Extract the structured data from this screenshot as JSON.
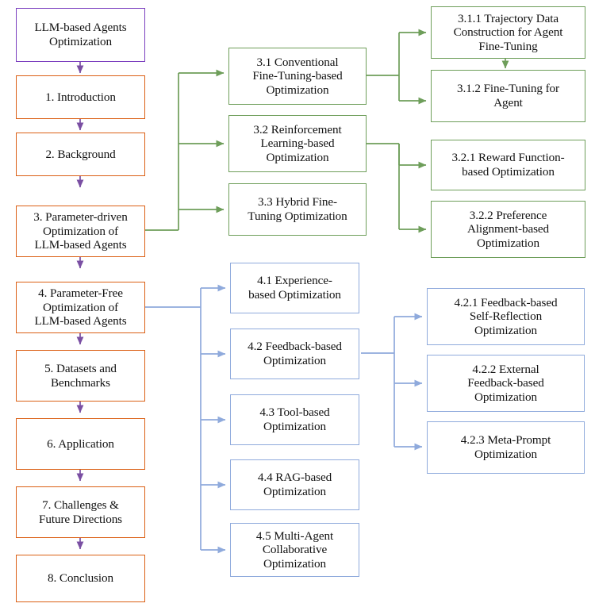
{
  "diagram": {
    "title": "LLM-based Agents Optimization taxonomy flowchart",
    "colors": {
      "root": "#7B3FBF",
      "main_chapters": "#DB6015",
      "parameter_driven": "#6E9E5A",
      "parameter_free": "#8FAADC",
      "root_arrow": "#7B3FBF",
      "chapter_arrow": "#7A4FA3",
      "background": "#FFFFFF",
      "text": "#111111"
    },
    "root": {
      "id": "root",
      "label": "LLM-based Agents\nOptimization",
      "color": "root"
    },
    "chapters": [
      {
        "id": "ch1",
        "label": "1. Introduction"
      },
      {
        "id": "ch2",
        "label": "2. Background"
      },
      {
        "id": "ch3",
        "label": "3. Parameter-driven\nOptimization of\nLLM-based Agents"
      },
      {
        "id": "ch4",
        "label": "4. Parameter-Free\nOptimization of\nLLM-based Agents"
      },
      {
        "id": "ch5",
        "label": "5. Datasets and\nBenchmarks"
      },
      {
        "id": "ch6",
        "label": "6. Application"
      },
      {
        "id": "ch7",
        "label": "7. Challenges &\nFuture Directions"
      },
      {
        "id": "ch8",
        "label": "8. Conclusion"
      }
    ],
    "parameter_driven_sections": [
      {
        "id": "s31",
        "label": "3.1 Conventional\nFine-Tuning-based\nOptimization"
      },
      {
        "id": "s32",
        "label": "3.2 Reinforcement\nLearning-based\nOptimization"
      },
      {
        "id": "s33",
        "label": "3.3 Hybrid Fine-\nTuning Optimization"
      }
    ],
    "parameter_driven_subsections": [
      {
        "id": "s311",
        "label": "3.1.1 Trajectory Data\nConstruction for Agent\nFine-Tuning",
        "parent": "s31"
      },
      {
        "id": "s312",
        "label": "3.1.2 Fine-Tuning for\nAgent",
        "parent": "s31"
      },
      {
        "id": "s321",
        "label": "3.2.1 Reward Function-\nbased Optimization",
        "parent": "s32"
      },
      {
        "id": "s322",
        "label": "3.2.2 Preference\nAlignment-based\nOptimization",
        "parent": "s32"
      }
    ],
    "parameter_free_sections": [
      {
        "id": "s41",
        "label": "4.1 Experience-\nbased Optimization"
      },
      {
        "id": "s42",
        "label": "4.2 Feedback-based\nOptimization"
      },
      {
        "id": "s43",
        "label": "4.3 Tool-based\nOptimization"
      },
      {
        "id": "s44",
        "label": "4.4 RAG-based\nOptimization"
      },
      {
        "id": "s45",
        "label": "4.5 Multi-Agent\nCollaborative\nOptimization"
      }
    ],
    "parameter_free_subsections": [
      {
        "id": "s421",
        "label": "4.2.1 Feedback-based\nSelf-Reflection\nOptimization",
        "parent": "s42"
      },
      {
        "id": "s422",
        "label": "4.2.2 External\nFeedback-based\nOptimization",
        "parent": "s42"
      },
      {
        "id": "s423",
        "label": "4.2.3 Meta-Prompt\nOptimization",
        "parent": "s42"
      }
    ]
  }
}
